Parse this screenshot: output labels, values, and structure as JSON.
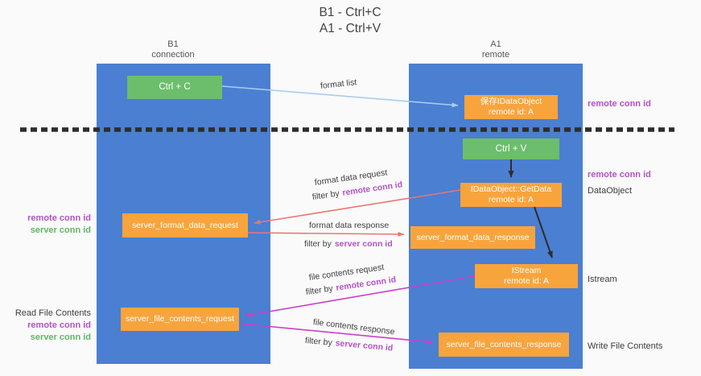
{
  "title": {
    "line1": "B1 - Ctrl+C",
    "line2": "A1 - Ctrl+V"
  },
  "columns": {
    "left": {
      "name": "B1",
      "role": "connection"
    },
    "right": {
      "name": "A1",
      "role": "remote"
    }
  },
  "boxes": {
    "ctrl_c": {
      "label": "Ctrl + C"
    },
    "save_idataobject": {
      "line1": "保存IDataObject",
      "line2": "remote id: A"
    },
    "ctrl_v": {
      "label": "Ctrl + V"
    },
    "getdata": {
      "line1": "IDataObject::GetData",
      "line2": "remote id: A"
    },
    "format_request": {
      "label": "server_format_data_request"
    },
    "format_response": {
      "label": "server_format_data_response"
    },
    "istream": {
      "line1": "IStream",
      "line2": "remote id: A"
    },
    "file_request": {
      "label": "server_file_contents_request"
    },
    "file_response": {
      "label": "server_file_contents_response"
    }
  },
  "captions": {
    "format_list": "format list",
    "format_data_request": "format data request",
    "format_data_response": "format data response",
    "file_contents_request": "file contents request",
    "file_contents_response": "file contents response",
    "filter_prefix": "filter by"
  },
  "side_labels": {
    "remote_conn_id": "remote conn id",
    "server_conn_id": "server conn id",
    "read_file_contents": "Read File Contents",
    "write_file_contents": "Write File Contents",
    "dataobject": "DataObject",
    "istream": "Istream"
  },
  "colors": {
    "column_blue": "#4a7fd2",
    "box_orange": "#f8a43d",
    "box_green": "#6cbe6c",
    "purple_text": "#b153c6",
    "green_text": "#5fb762",
    "arrow_salmon": "#e87870",
    "arrow_magenta": "#c940c9",
    "arrow_lightblue": "#a8cdf0",
    "arrow_black": "#2d2d2d",
    "background": "#fafafa"
  }
}
